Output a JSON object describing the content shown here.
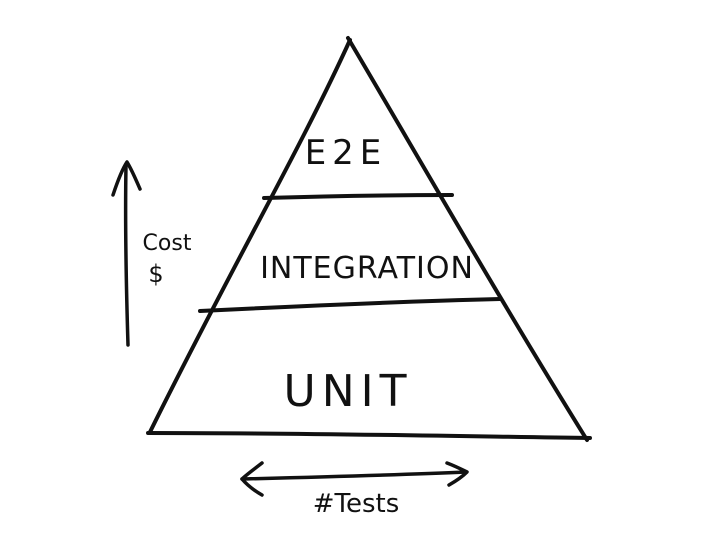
{
  "diagram": {
    "layers": [
      {
        "id": "e2e",
        "label": "E2E"
      },
      {
        "id": "integration",
        "label": "INTEGRATION"
      },
      {
        "id": "unit",
        "label": "UNIT"
      }
    ],
    "axes": {
      "cost_label": "Cost",
      "cost_symbol": "$",
      "tests_label": "#Tests"
    }
  },
  "colors": {
    "ink": "#111111",
    "background": "#ffffff"
  }
}
